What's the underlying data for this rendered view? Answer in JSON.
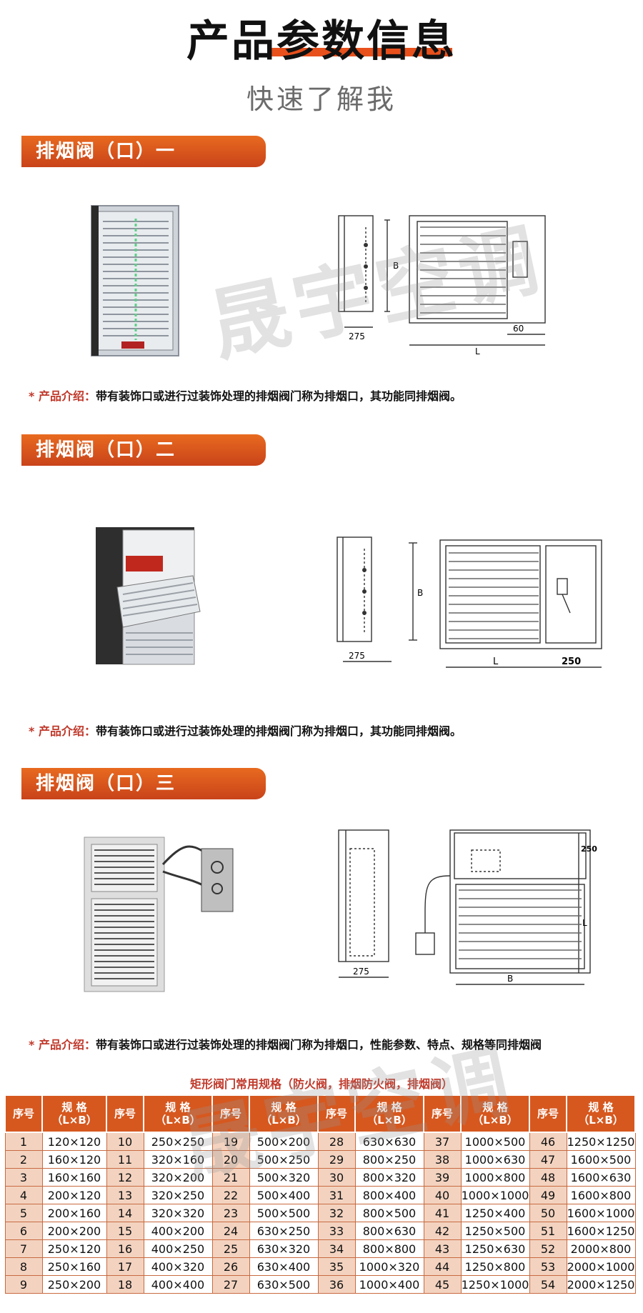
{
  "header": {
    "title": "产品参数信息",
    "subtitle": "快速了解我"
  },
  "sections": [
    {
      "banner": "排烟阀（口）一",
      "intro_label": "* 产品介绍：",
      "intro_text": "带有装饰口或进行过装饰处理的排烟阀门称为排烟口，其功能同排烟阀。",
      "dims": {
        "depth": "275",
        "length": "L",
        "height": "B",
        "side": "60"
      }
    },
    {
      "banner": "排烟阀（口）二",
      "intro_label": "* 产品介绍：",
      "intro_text": "带有装饰口或进行过装饰处理的排烟阀门称为排烟口，其功能同排烟阀。",
      "dims": {
        "depth": "275",
        "length": "L",
        "height": "B",
        "side": "250"
      }
    },
    {
      "banner": "排烟阀（口）三",
      "intro_label": "* 产品介绍：",
      "intro_text": "带有装饰口或进行过装饰处理的排烟阀门称为排烟口，性能参数、特点、规格等同排烟阀",
      "dims": {
        "depth": "275",
        "length": "L",
        "height": "B",
        "side": "250"
      }
    }
  ],
  "table": {
    "caption": "矩形阀门常用规格（防火阀，排烟防火阀，排烟阀）",
    "header_no": "序号",
    "header_spec_1": "规  格",
    "header_spec_2": "（L×B）",
    "rows": [
      [
        "1",
        "120×120",
        "10",
        "250×250",
        "19",
        "500×200",
        "28",
        "630×630",
        "37",
        "1000×500",
        "46",
        "1250×1250"
      ],
      [
        "2",
        "160×120",
        "11",
        "320×160",
        "20",
        "500×250",
        "29",
        "800×250",
        "38",
        "1000×630",
        "47",
        "1600×500"
      ],
      [
        "3",
        "160×160",
        "12",
        "320×200",
        "21",
        "500×320",
        "30",
        "800×320",
        "39",
        "1000×800",
        "48",
        "1600×630"
      ],
      [
        "4",
        "200×120",
        "13",
        "320×250",
        "22",
        "500×400",
        "31",
        "800×400",
        "40",
        "1000×1000",
        "49",
        "1600×800"
      ],
      [
        "5",
        "200×160",
        "14",
        "320×320",
        "23",
        "500×500",
        "32",
        "800×500",
        "41",
        "1250×400",
        "50",
        "1600×1000"
      ],
      [
        "6",
        "200×200",
        "15",
        "400×200",
        "24",
        "630×250",
        "33",
        "800×630",
        "42",
        "1250×500",
        "51",
        "1600×1250"
      ],
      [
        "7",
        "250×120",
        "16",
        "400×250",
        "25",
        "630×320",
        "34",
        "800×800",
        "43",
        "1250×630",
        "52",
        "2000×800"
      ],
      [
        "8",
        "250×160",
        "17",
        "400×320",
        "26",
        "630×400",
        "35",
        "1000×320",
        "44",
        "1250×800",
        "53",
        "2000×1000"
      ],
      [
        "9",
        "250×200",
        "18",
        "400×400",
        "27",
        "630×500",
        "36",
        "1000×400",
        "45",
        "1250×1000",
        "54",
        "2000×1250"
      ]
    ]
  },
  "colors": {
    "accent": "#e8501c",
    "banner": "#d6581f",
    "label": "#c0392b"
  }
}
